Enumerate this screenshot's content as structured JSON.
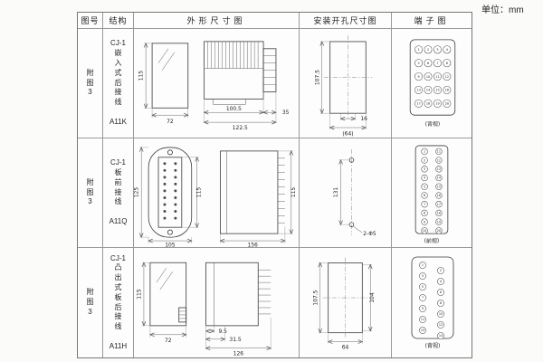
{
  "unit_label": "单位：mm",
  "table": {
    "headers": {
      "fig": "图号",
      "structure": "结构",
      "outline": "外形尺寸图",
      "install": "安装开孔尺寸图",
      "terminal": "端子图"
    },
    "rows": [
      {
        "fig_no": "附\n图\n3",
        "structure": "CJ-1\n嵌\n入\n式\n后\n接\n线\n\nA11K",
        "outline": {
          "front_h": "115",
          "front_w": "72",
          "side_d1": "100.5",
          "side_d2": "122.5",
          "side_d3": "35"
        },
        "install": {
          "h": "107.5",
          "w1": "16",
          "w2": "(64)"
        },
        "terminal": {
          "view": "(背视)",
          "numbers": [
            1,
            2,
            3,
            4,
            5,
            6,
            7,
            8,
            9,
            10,
            11,
            12,
            13,
            14,
            15,
            16,
            17,
            18,
            19,
            20
          ]
        }
      },
      {
        "fig_no": "附\n图\n3",
        "structure": "CJ-1\n板\n前\n接\n线\n\nA11Q",
        "outline": {
          "front_h1": "125",
          "front_h2": "115",
          "front_w": "105",
          "side_w": "156",
          "side_h": "115"
        },
        "install": {
          "h": "131",
          "holes": "2-Φ5"
        },
        "terminal": {
          "view": "(前视)",
          "numbers": [
            1,
            11,
            2,
            12,
            3,
            13,
            4,
            14,
            5,
            15,
            6,
            16,
            7,
            17,
            8,
            18,
            9,
            19,
            10,
            20
          ]
        }
      },
      {
        "fig_no": "附\n图\n3",
        "structure": "CJ-1\n凸\n出\n式\n板\n后\n接\n线\n\nA11H",
        "outline": {
          "front_h": "115",
          "front_w": "72",
          "side_d1": "9.5",
          "side_d2": "31.5",
          "side_d3": "126"
        },
        "install": {
          "h1": "107.5",
          "h2": "104",
          "w": "64"
        },
        "terminal": {
          "view": "(背视)",
          "numbers": [
            1,
            2,
            3,
            4,
            5,
            6,
            7,
            8,
            9,
            10,
            11,
            12,
            13,
            14
          ]
        }
      }
    ]
  }
}
